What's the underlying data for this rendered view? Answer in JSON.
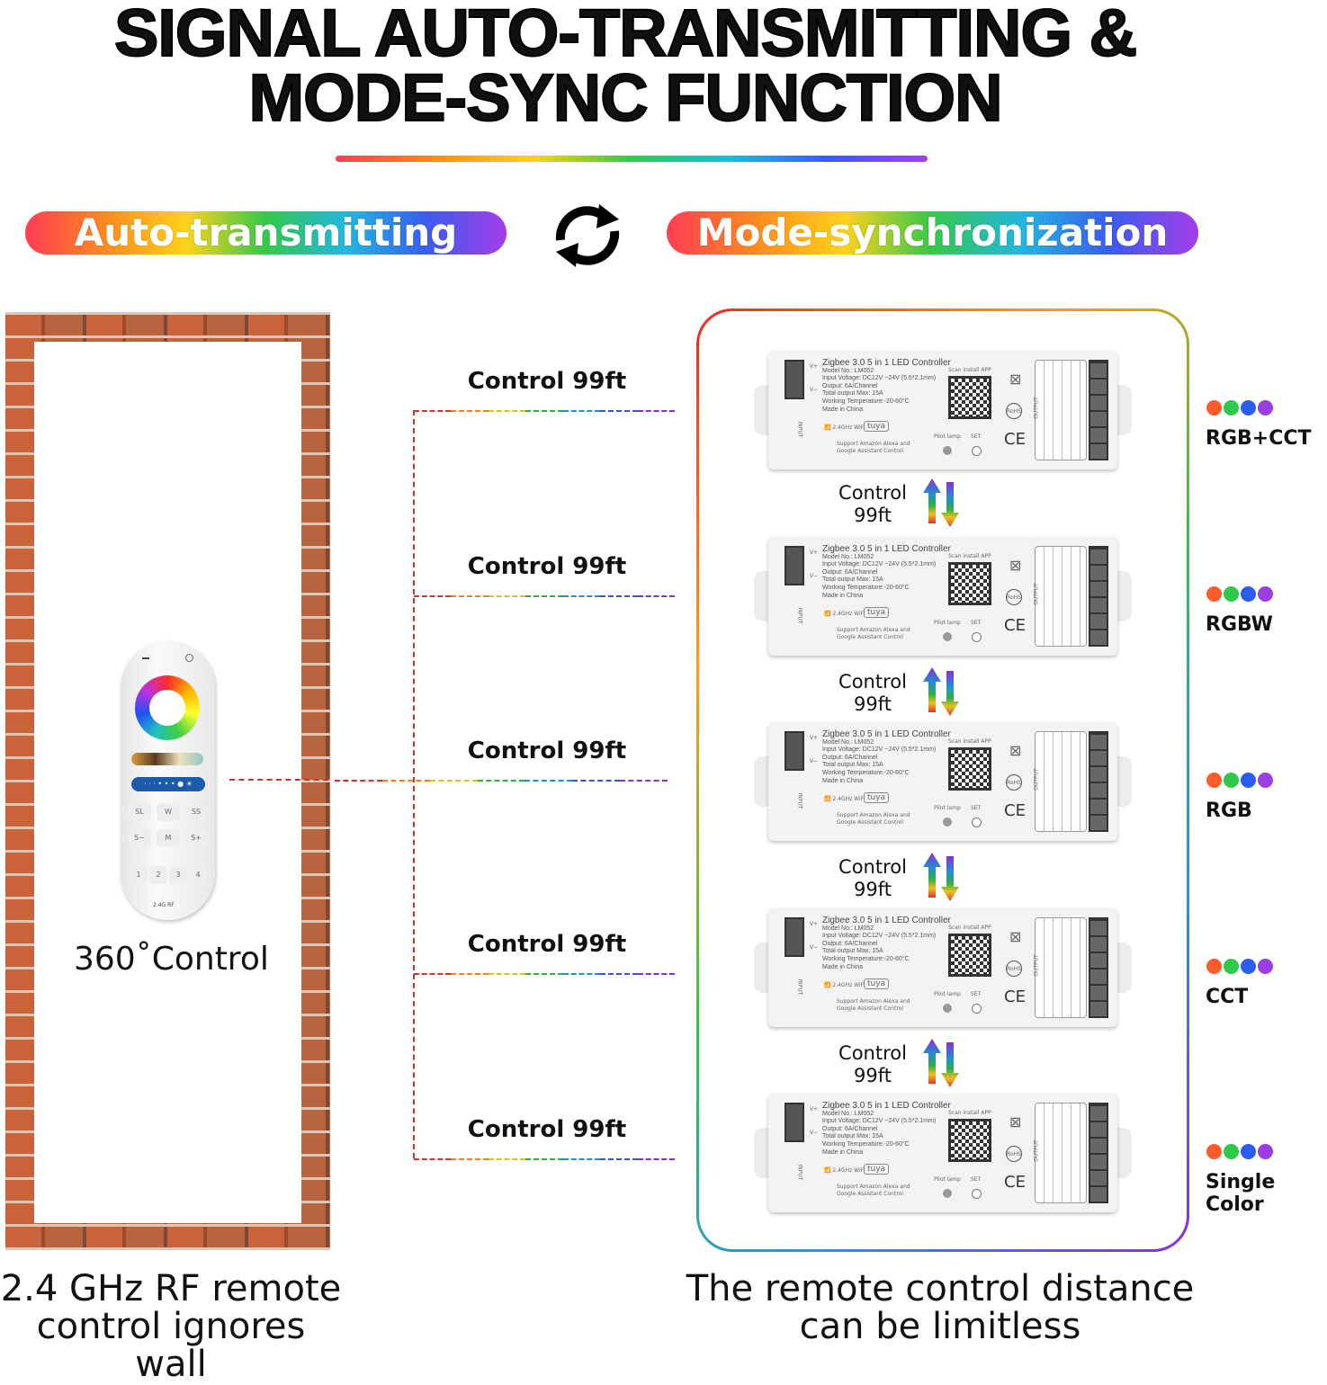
{
  "title": {
    "line1": "SIGNAL AUTO-TRANSMITTING &",
    "line2": "MODE-SYNC FUNCTION"
  },
  "pills": {
    "left": "Auto-transmitting",
    "right": "Mode-synchronization"
  },
  "sync_icon": "rotate-arrows-icon",
  "remote": {
    "buttons": [
      "SL",
      "W",
      "SS",
      "S−",
      "M",
      "S+"
    ],
    "zones": [
      "1",
      "2",
      "3",
      "4"
    ],
    "badge": "2.4G RF",
    "label": "360˚Control"
  },
  "left_caption": {
    "line1": "2.4 GHz RF remote",
    "line2": "control ignores wall"
  },
  "range_labels": [
    "Control 99ft",
    "Control 99ft",
    "Control 99ft",
    "Control 99ft",
    "Control 99ft"
  ],
  "between_labels": [
    {
      "l1": "Control",
      "l2": "99ft"
    },
    {
      "l1": "Control",
      "l2": "99ft"
    },
    {
      "l1": "Control",
      "l2": "99ft"
    },
    {
      "l1": "Control",
      "l2": "99ft"
    }
  ],
  "controller": {
    "name": "Zigbee 3.0  5 in 1 LED Controller",
    "specs": [
      "Model No.: LM052",
      "Input Voltage: DC12V ~24V (5.5*2.1mm)",
      "Output: 6A/Channel",
      "Total output Max: 15A",
      "Working Temperature:-20-60°C",
      "Made in China"
    ],
    "scan": "Scan install APP",
    "wifi1": "2.4GHz",
    "wifi2": "WiFi",
    "brand": "tuya",
    "voice": "Support Amazon Alexa and",
    "voice2": "Google Assistant Control",
    "pilot": "Pilot lamp",
    "set": "SET",
    "input": "INPUT",
    "output": "OUTPUT",
    "vplus": "V+",
    "vminus": "V−",
    "rohs": "RoHS",
    "ce": "CE"
  },
  "modes": [
    "RGB+CCT",
    "RGBW",
    "RGB",
    "CCT",
    "Single Color"
  ],
  "dot_colors": [
    "#ff5a2a",
    "#ffc21a",
    "#2ec84a",
    "#2a5cf0",
    "#9a3ee0"
  ],
  "right_caption": {
    "line1": "The remote control distance",
    "line2": "can be limitless"
  }
}
